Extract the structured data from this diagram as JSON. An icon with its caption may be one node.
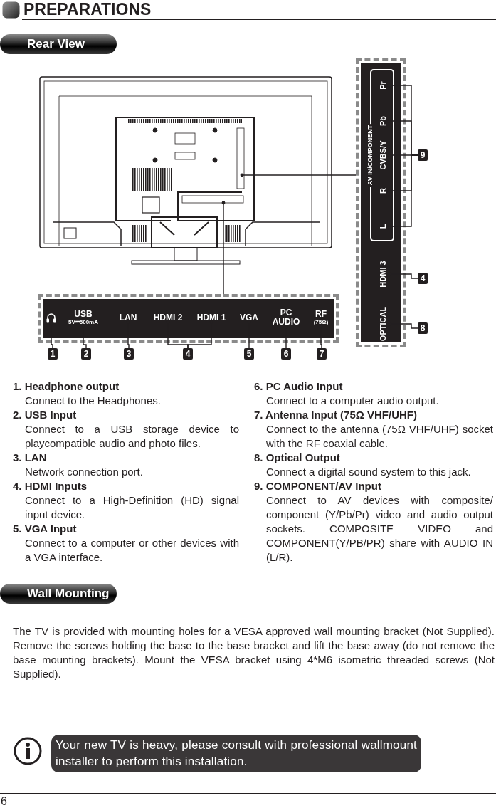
{
  "diagram": {
    "title": "PREPARATIONS",
    "nodes": [
      {
        "text": [],
        "shape": "box"
      },
      {
        "text": [],
        "shape": "headphones",
        "in": 0
      },
      {
        "text": [
          "USB",
          "5V⎓500mA"
        ],
        "in": 0
      },
      {
        "text": [
          "LAN"
        ],
        "in": 0
      },
      {
        "text": [
          "HDMI 2"
        ],
        "in": 0
      },
      {
        "text": [
          "HDMI 1"
        ],
        "in": 0
      },
      {
        "text": [
          "VGA"
        ],
        "in": 0
      },
      {
        "text": [
          "PC AUDIO"
        ],
        "in": 0
      },
      {
        "text": [
          "RF",
          "(75Ω)"
        ],
        "in": 0
      },
      {
        "text": [],
        "shape": "box"
      },
      {
        "text": [
          "AV IN/COMPONENT"
        ],
        "in": 9
      },
      {
        "text": [
          "L"
        ],
        "in": 10
      },
      {
        "text": [
          "R"
        ],
        "in": 10
      },
      {
        "text": [
          "CVBS/Y"
        ],
        "in": 10
      },
      {
        "text": [
          "Pb"
        ],
        "in": 10
      },
      {
        "text": [
          "Pr"
        ],
        "in": 10
      },
      {
        "text": [
          "HDMI 3"
        ],
        "in": 9
      },
      {
        "text": [
          "OPTICAL"
        ],
        "in": 9
      },
      {
        "text": [
          "1"
        ]
      },
      {
        "text": [
          "2"
        ]
      },
      {
        "text": [
          "3"
        ]
      },
      {
        "text": [
          "4"
        ]
      },
      {
        "text": [
          "5"
        ]
      },
      {
        "text": [
          "6"
        ]
      },
      {
        "text": [
          "7"
        ]
      },
      {
        "text": [
          "9"
        ]
      },
      {
        "text": [
          "4"
        ]
      },
      {
        "text": [
          "8"
        ]
      }
    ],
    "edges": [
      {
        "from": 0,
        "to": null,
        "arrow": "other"
      },
      {
        "from": 9,
        "to": null,
        "arrow": "other"
      },
      {
        "from": 18,
        "to": 1,
        "arrow": "other"
      },
      {
        "from": 19,
        "to": 2,
        "arrow": "other"
      },
      {
        "from": 20,
        "to": 3,
        "arrow": "other"
      },
      {
        "from": 21,
        "to": 4,
        "arrow": "other"
      },
      {
        "from": 21,
        "to": 5,
        "arrow": "other"
      },
      {
        "from": 22,
        "to": 6,
        "arrow": "other"
      },
      {
        "from": 23,
        "to": 7,
        "arrow": "other"
      },
      {
        "from": 24,
        "to": 8,
        "arrow": "other"
      },
      {
        "from": 25,
        "to": 15,
        "arrow": "other"
      },
      {
        "from": 25,
        "to": 14,
        "arrow": "other"
      },
      {
        "from": 25,
        "to": 13,
        "arrow": "other"
      },
      {
        "from": 25,
        "to": 12,
        "arrow": "other"
      },
      {
        "from": 25,
        "to": 11,
        "arrow": "other"
      },
      {
        "from": 26,
        "to": 16,
        "arrow": "other"
      },
      {
        "from": 27,
        "to": 17,
        "arrow": "other"
      }
    ],
    "labels": [
      "Rear View",
      "1. Headphone output",
      "Connect to the Headphones.",
      "2. USB Input",
      "Connect to a USB storage device to playcompatible audio and photo files.",
      "3. LAN",
      "Network connection port.",
      "4. HDMI Inputs",
      "Connect to a High-Definition (HD) signal input device.",
      "5. VGA Input",
      "Connect to a computer or other devices with a VGA interface.",
      "6. PC Audio Input",
      "Connect to a computer audio output.",
      "7. Antenna Input (75Ω VHF/UHF)",
      "Connect to the antenna (75Ω VHF/UHF) socket with the RF coaxial cable.",
      "8. Optical Output",
      "Connect a digital sound system to this jack.",
      "9. COMPONENT/AV Input",
      "Connect to AV devices with composite/ component (Y/Pb/Pr) video and audio output sockets. COMPOSITE VIDEO and COMPONENT(Y/PB/PR) share with AUDIO IN (L/R).",
      "Wall Mounting",
      "The TV is provided with mounting holes for a VESA approved wall mounting bracket (Not Supplied). Remove the screws holding the base to the base bracket and lift the base away (do not remove the base mounting brackets). Mount the VESA bracket using 4*M6 isometric threaded screws (Not Supplied).",
      "Your new TV is heavy, please consult with professional wallmount installer to perform this installation.",
      "6"
    ]
  }
}
